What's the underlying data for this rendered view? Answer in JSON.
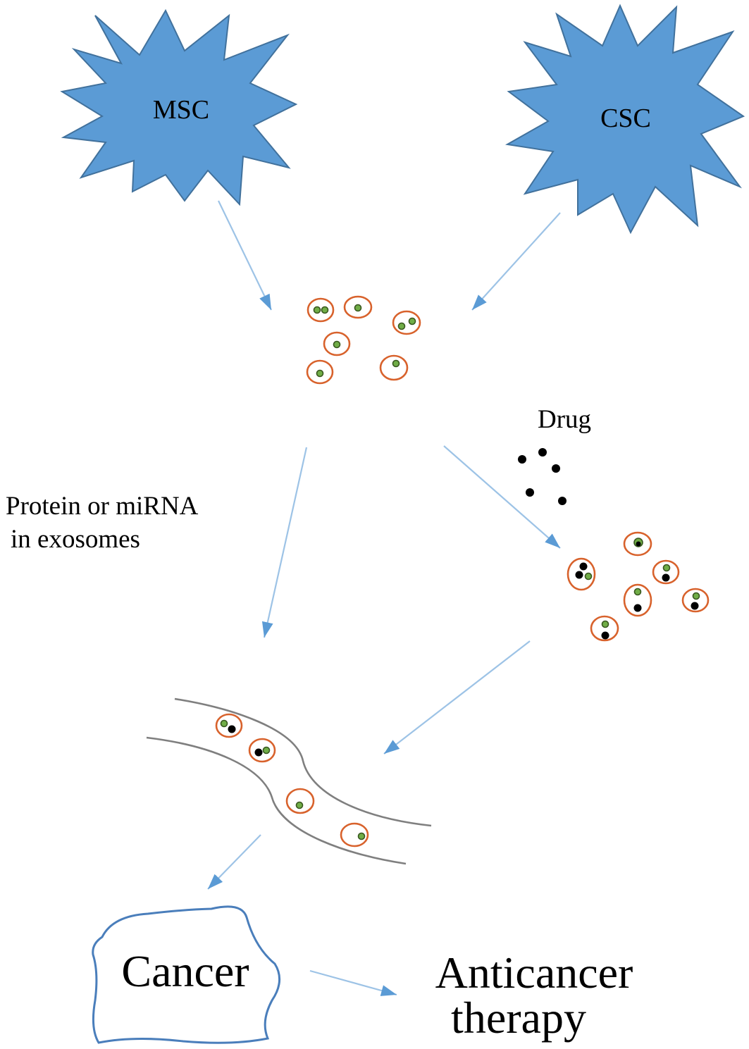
{
  "cells": {
    "msc": "MSC",
    "csc": "CSC"
  },
  "labels": {
    "drug": "Drug",
    "cargo_line1": "Protein or miRNA",
    "cargo_line2": "in exosomes",
    "cancer": "Cancer",
    "therapy_line1": "Anticancer",
    "therapy_line2": "therapy"
  },
  "colors": {
    "cell_fill": "#5b9bd5",
    "cell_stroke": "#41719c",
    "arrow": "#9dc3e6",
    "arrow_head": "#5b9bd5",
    "exosome_membrane": "#d8622c",
    "cargo": "#70ad47",
    "drug": "#000000",
    "vessel": "#7f7f7f",
    "cancer_outline": "#4a7ebb"
  }
}
